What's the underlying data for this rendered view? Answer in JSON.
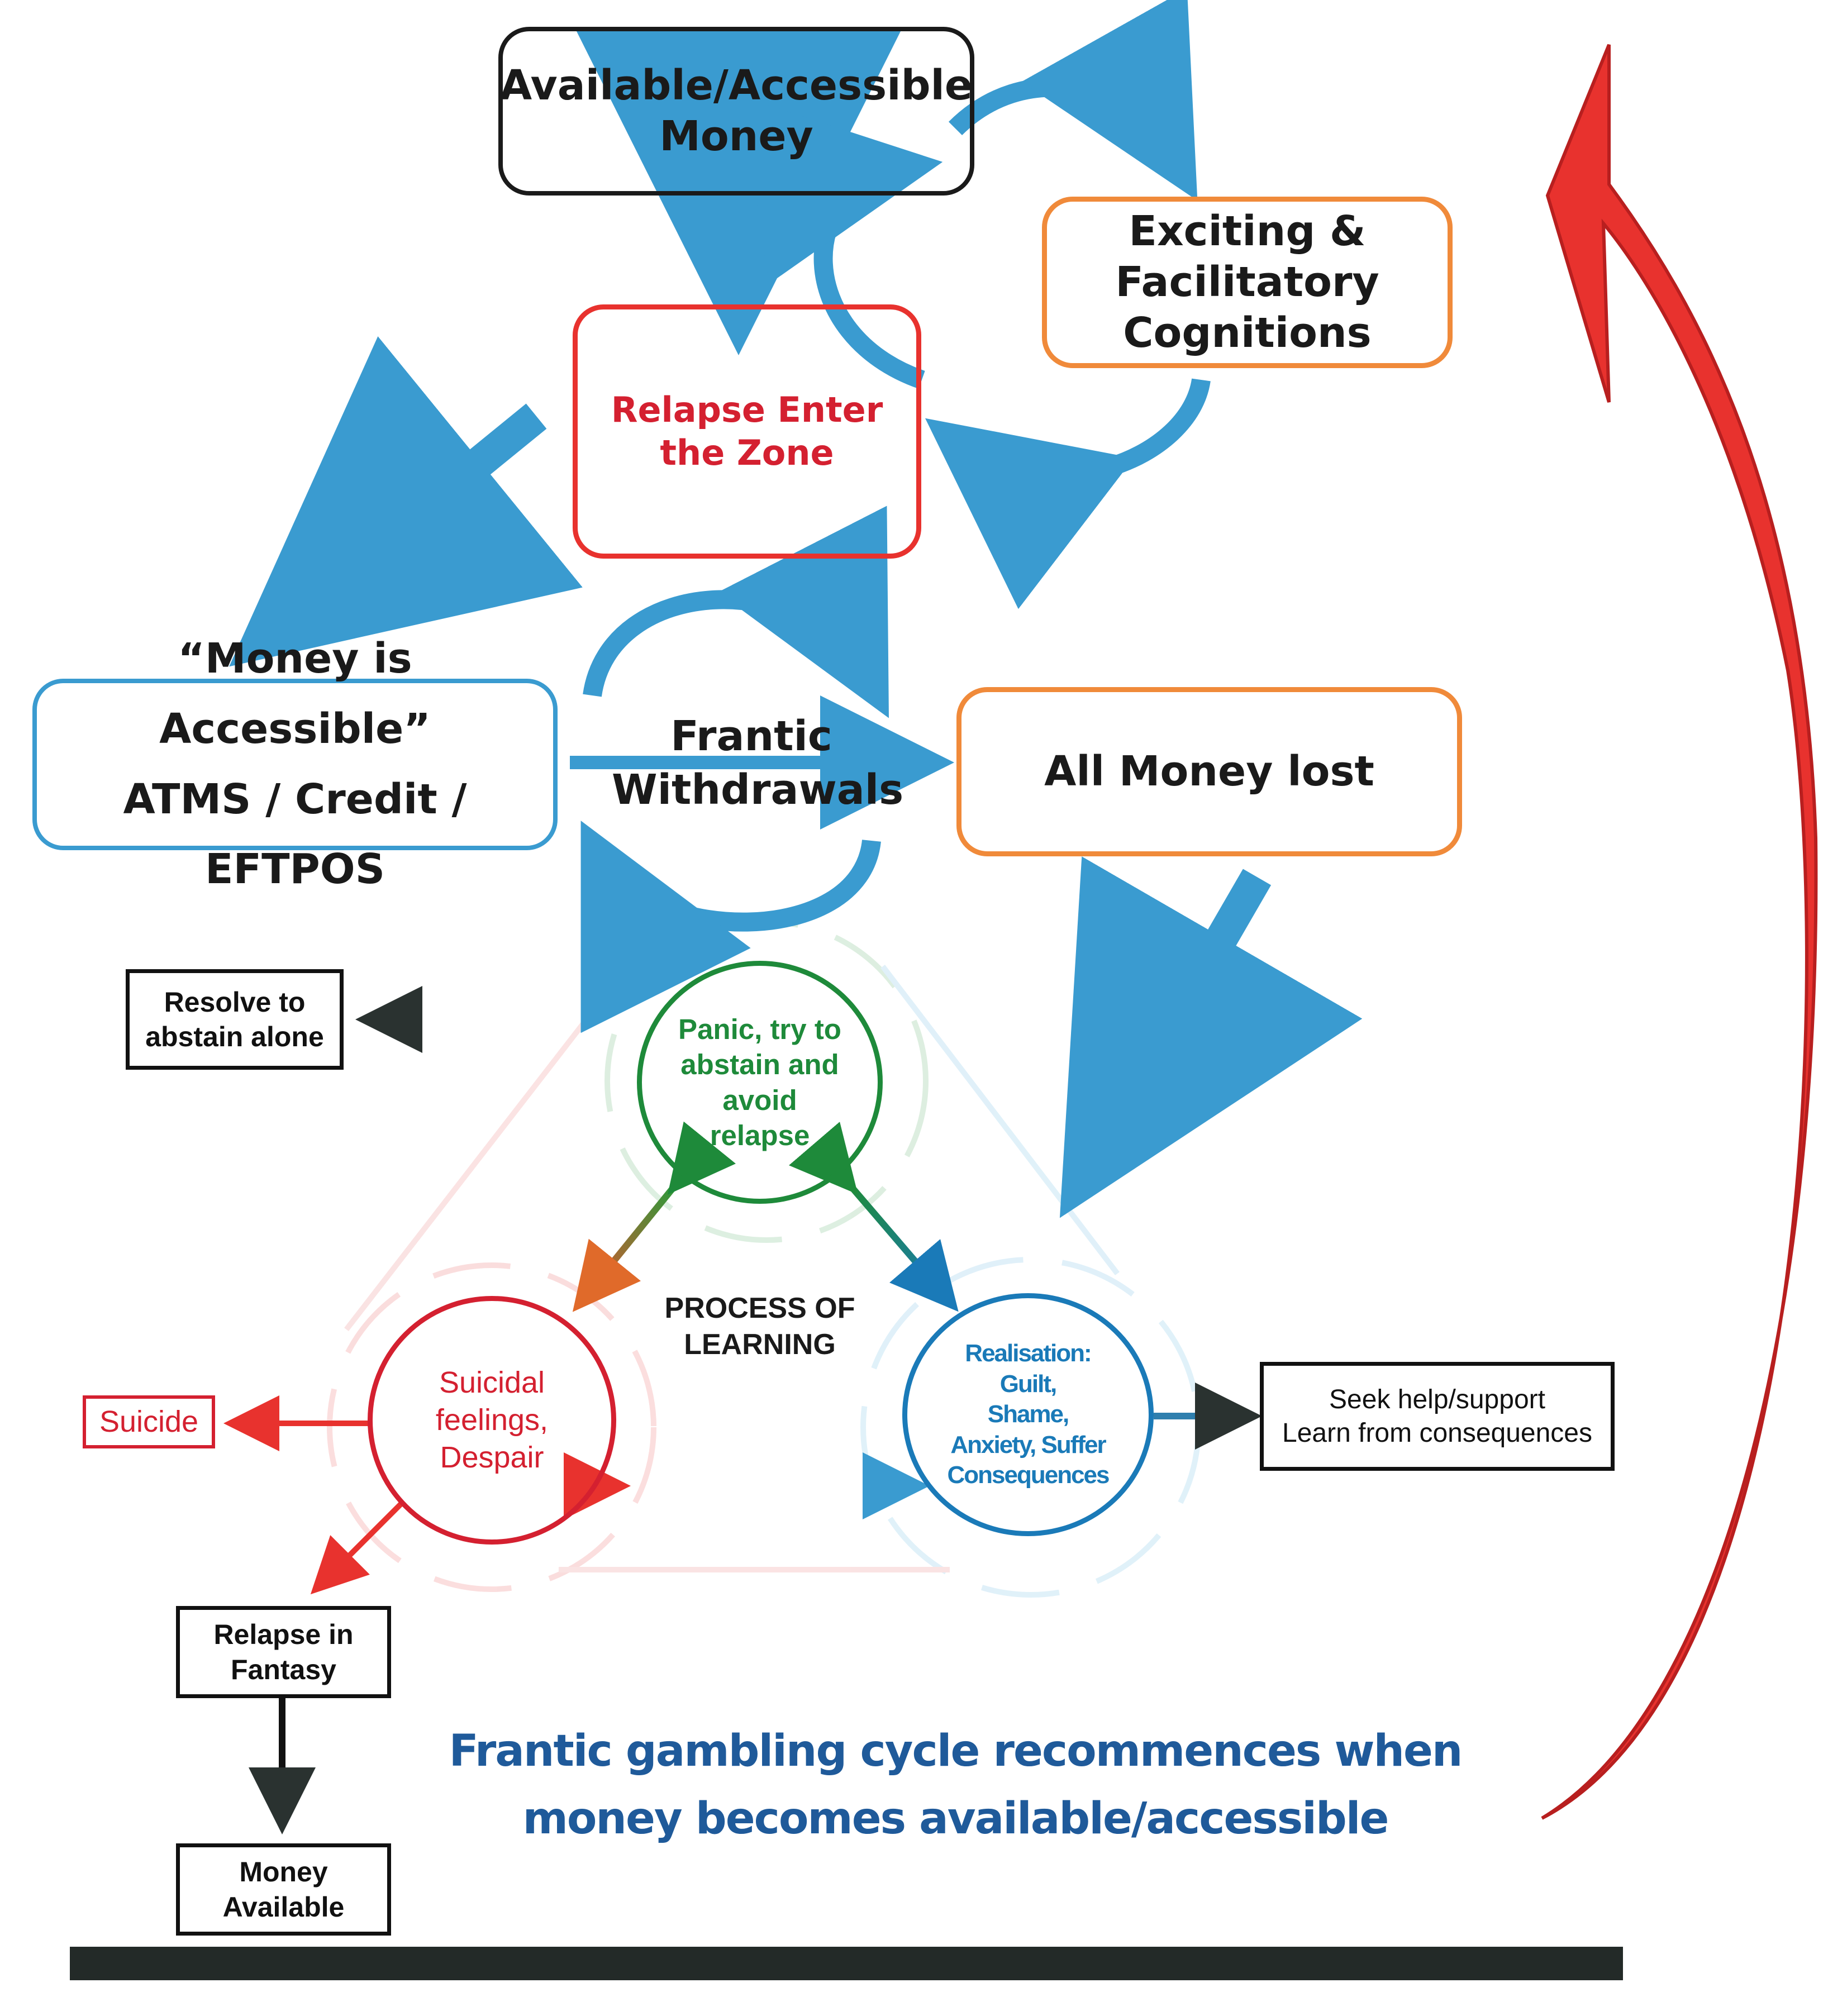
{
  "top_box": {
    "line1": "Available/Accessible",
    "line2": "Money"
  },
  "zone_box": {
    "line1": "Relapse Enter",
    "line2": "the Zone"
  },
  "cognitions_box": {
    "line1": "Exciting &",
    "line2": "Facilitatory",
    "line3": "Cognitions"
  },
  "accessible_box": {
    "line1": "“Money is Accessible”",
    "line2": "ATMS / Credit / EFTPOS"
  },
  "withdrawals_label": {
    "line1": "Frantic",
    "line2": "Withdrawals"
  },
  "lost_box": {
    "label": "All Money lost"
  },
  "panic_circle": {
    "line1": "Panic, try to",
    "line2": "abstain and",
    "line3": "avoid",
    "line4": "relapse"
  },
  "suicidal_circle": {
    "line1": "Suicidal",
    "line2": "feelings,",
    "line3": "Despair"
  },
  "realisation_circle": {
    "line1": "Realisation:",
    "line2": "Guilt,",
    "line3": "Shame,",
    "line4": "Anxiety, Suffer",
    "line5": "Consequences"
  },
  "learning_label": {
    "line1": "PROCESS OF",
    "line2": "LEARNING"
  },
  "resolve_box": {
    "line1": "Resolve to",
    "line2": "abstain alone"
  },
  "suicide_box": {
    "label": "Suicide"
  },
  "seek_box": {
    "line1": "Seek help/support",
    "line2": "Learn from consequences"
  },
  "relapse_fantasy_box": {
    "line1": "Relapse in",
    "line2": "Fantasy"
  },
  "money_available_box": {
    "line1": "Money",
    "line2": "Available"
  },
  "caption": {
    "line1": "Frantic gambling cycle recommences when",
    "line2": "money becomes available/accessible"
  },
  "colors": {
    "blue_arrow": "#3a9bd0",
    "red_arrow": "#e8322e",
    "green": "#1e8a3a",
    "red_text": "#d42030",
    "orange": "#f08a3a",
    "blue_circle": "#1a7ab8",
    "caption": "#1f5a9a",
    "footer_bar": "#232a28"
  }
}
